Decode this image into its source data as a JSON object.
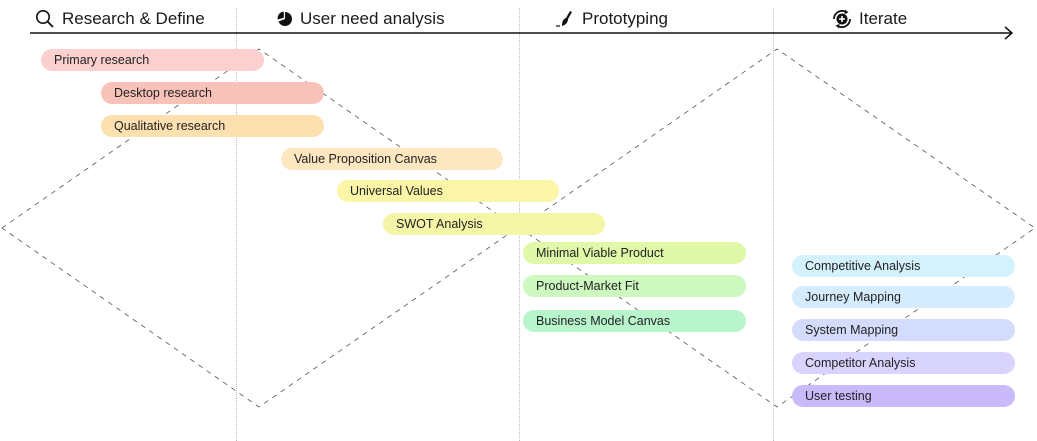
{
  "phases": [
    {
      "label": "Research & Define",
      "icon": "search-icon"
    },
    {
      "label": "User need analysis",
      "icon": "pie-chart-icon"
    },
    {
      "label": "Prototyping",
      "icon": "paintbrush-icon"
    },
    {
      "label": "Iterate",
      "icon": "iterate-cycle-icon"
    }
  ],
  "activities": [
    {
      "label": "Primary research",
      "color": "#fdd0d0"
    },
    {
      "label": "Desktop research",
      "color": "#f9c2b8"
    },
    {
      "label": "Qualitative research",
      "color": "#fde0b0"
    },
    {
      "label": "Value Proposition Canvas",
      "color": "#fde7c0"
    },
    {
      "label": "Universal Values",
      "color": "#fbf5a8"
    },
    {
      "label": "SWOT Analysis",
      "color": "#f5f5a8"
    },
    {
      "label": "Minimal Viable Product",
      "color": "#dff9a8"
    },
    {
      "label": "Product-Market Fit",
      "color": "#cdf8c0"
    },
    {
      "label": "Business Model Canvas",
      "color": "#b8f5cc"
    },
    {
      "label": "Competitive Analysis",
      "color": "#d4f2fd"
    },
    {
      "label": "Journey Mapping",
      "color": "#d4ecfd"
    },
    {
      "label": "System Mapping",
      "color": "#d4dcfd"
    },
    {
      "label": "Competitor Analysis",
      "color": "#d8d4fd"
    },
    {
      "label": "User testing",
      "color": "#cbbafb"
    }
  ]
}
